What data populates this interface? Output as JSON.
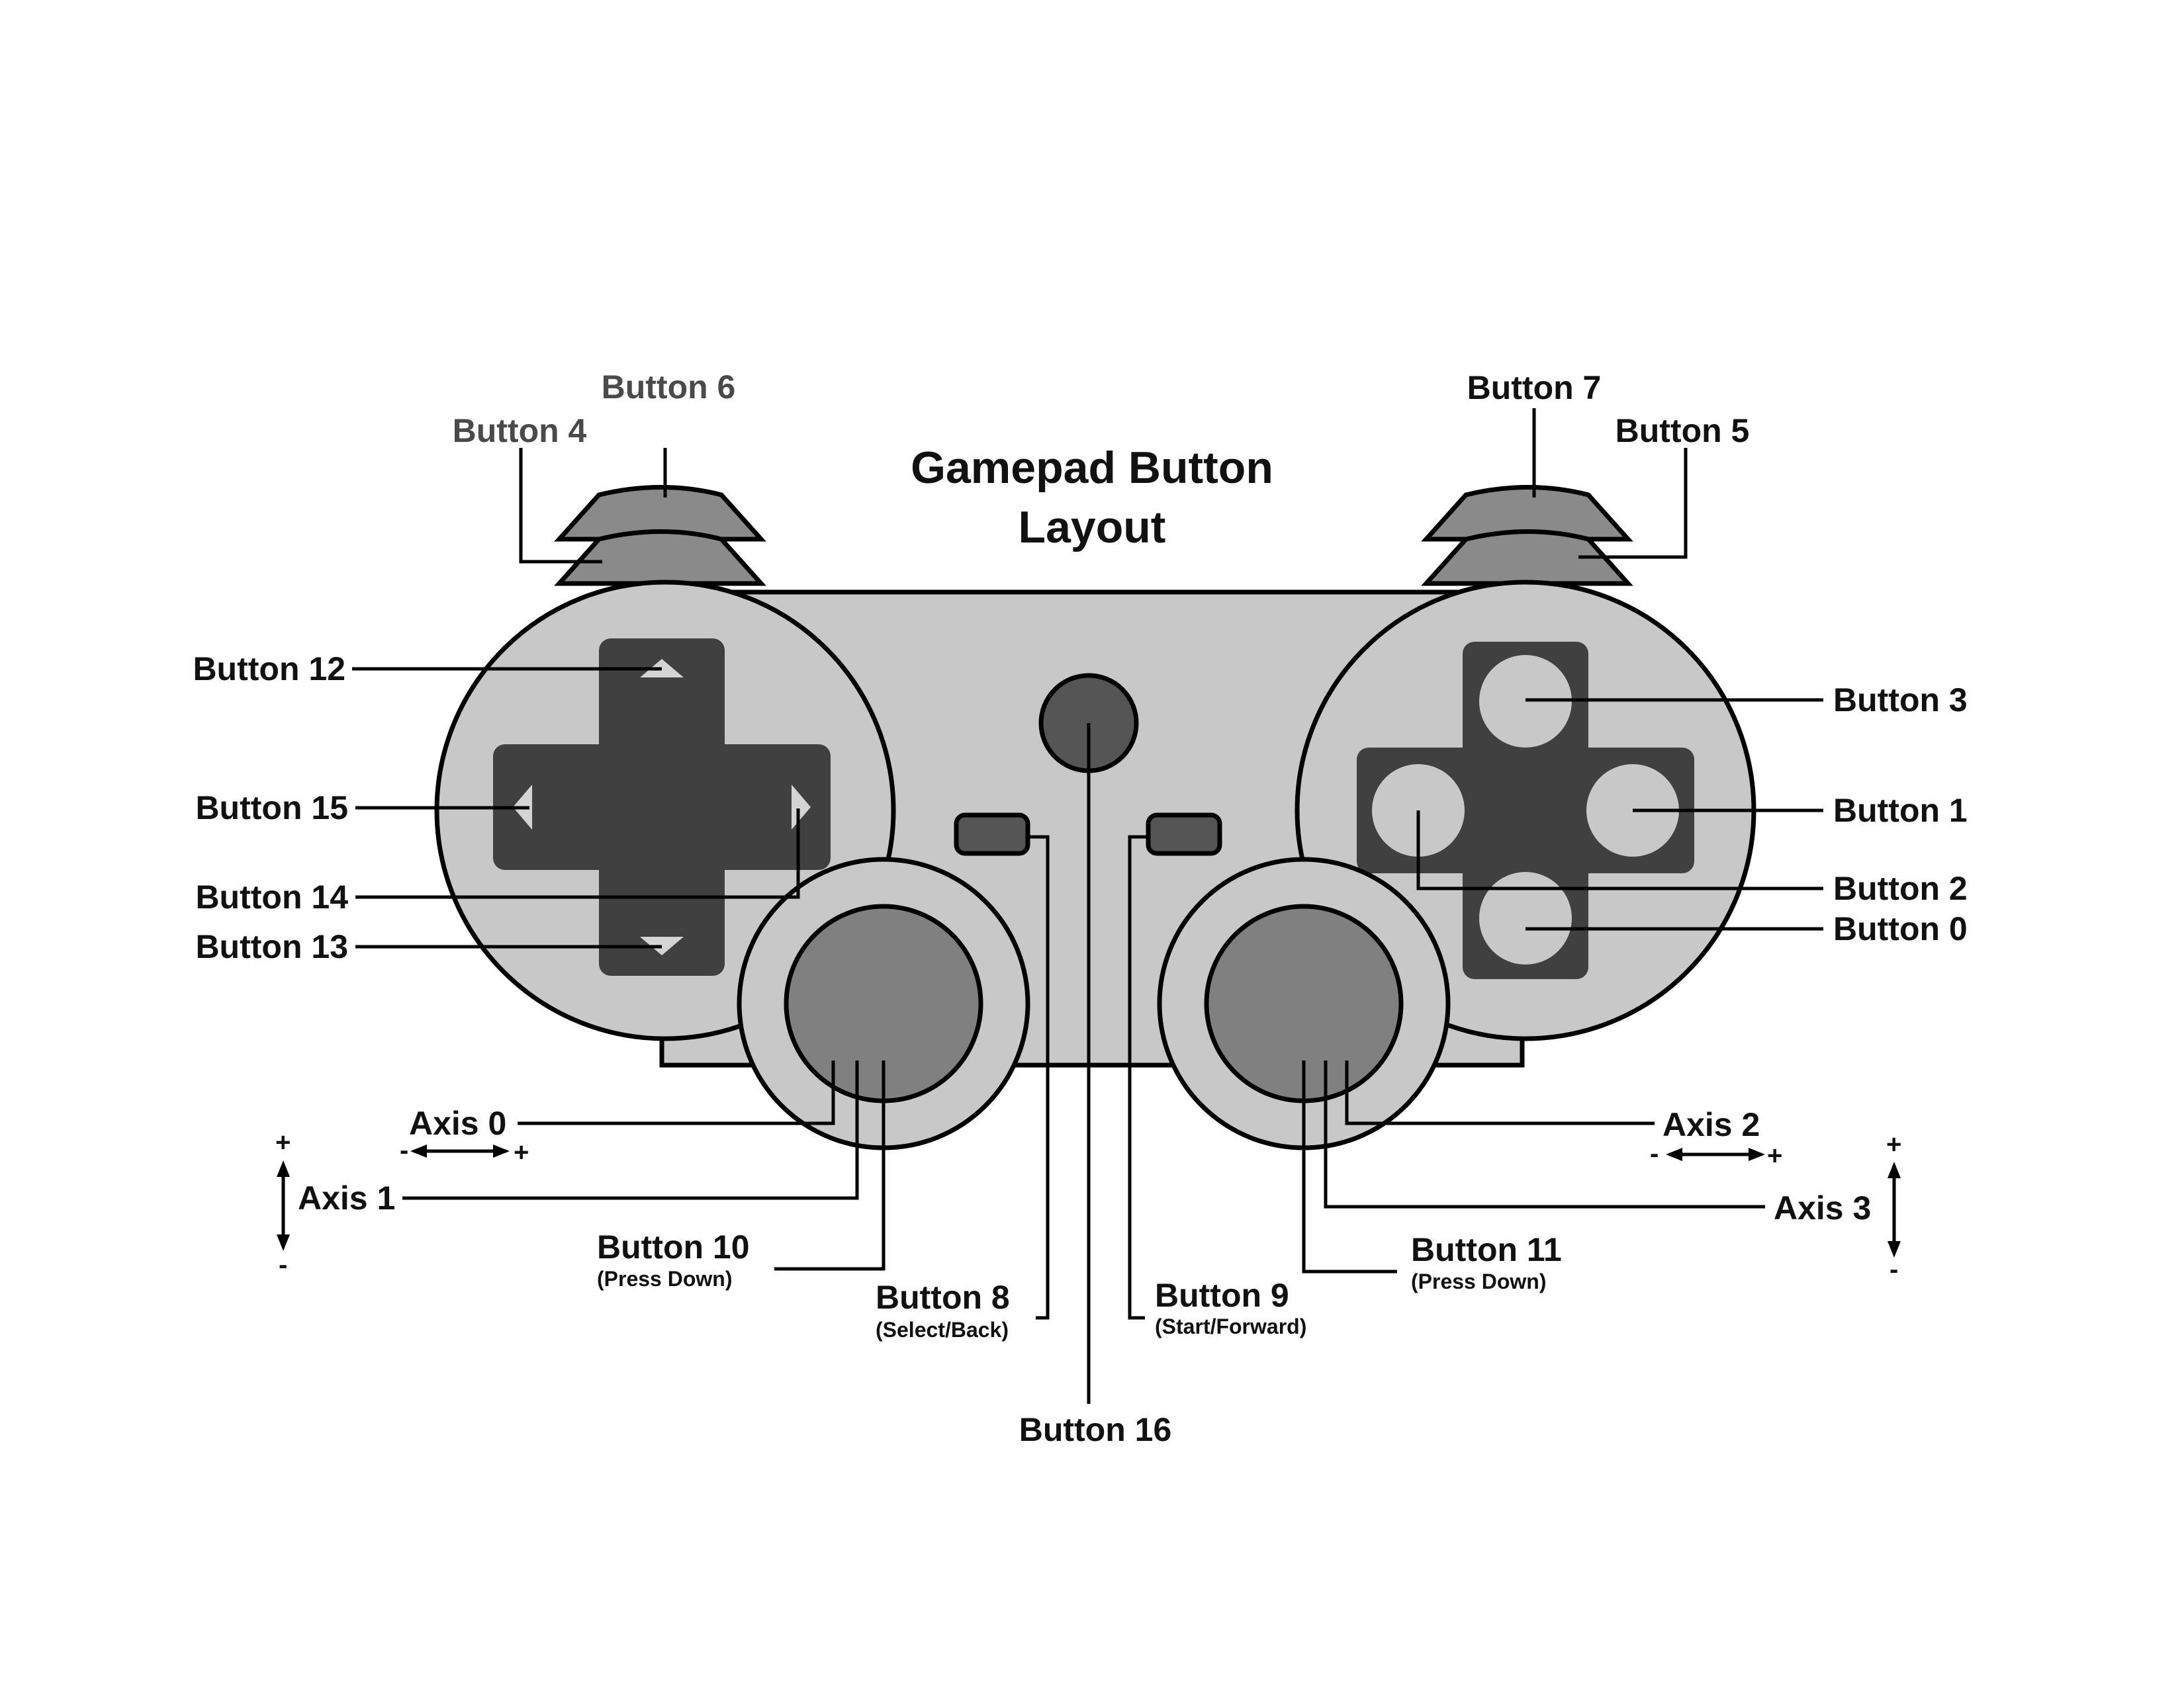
{
  "title": {
    "line1": "Gamepad Button",
    "line2": "Layout"
  },
  "labels": {
    "button_0": "Button 0",
    "button_1": "Button 1",
    "button_2": "Button 2",
    "button_3": "Button 3",
    "button_4": "Button 4",
    "button_5": "Button 5",
    "button_6": "Button 6",
    "button_7": "Button 7",
    "button_8": "Button 8",
    "button_8_note": "(Select/Back)",
    "button_9": "Button 9",
    "button_9_note": "(Start/Forward)",
    "button_10": "Button 10",
    "button_10_note": "(Press Down)",
    "button_11": "Button 11",
    "button_11_note": "(Press Down)",
    "button_12": "Button 12",
    "button_13": "Button 13",
    "button_14": "Button 14",
    "button_15": "Button 15",
    "button_16": "Button 16",
    "axis_0": "Axis 0",
    "axis_1": "Axis 1",
    "axis_2": "Axis 2",
    "axis_3": "Axis 3"
  },
  "axis_signs": {
    "plus": "+",
    "minus": "-"
  },
  "colors": {
    "body": "#c8c8c8",
    "dark": "#404040",
    "stick": "#808080",
    "bumper": "#8a8a8a",
    "face_button": "#c8c8c8",
    "outline": "#000000"
  }
}
